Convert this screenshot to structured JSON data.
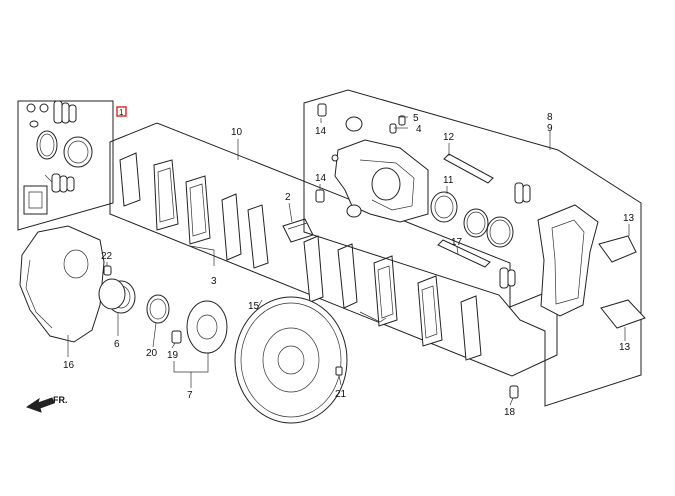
{
  "diagram": {
    "callouts": {
      "c1": "1",
      "c2": "2",
      "c3": "3",
      "c4": "4",
      "c5": "5",
      "c6": "6",
      "c7": "7",
      "c8": "8",
      "c9": "9",
      "c10": "10",
      "c11": "11",
      "c12": "12",
      "c13a": "13",
      "c13b": "13",
      "c14a": "14",
      "c14b": "14",
      "c15": "15",
      "c16": "16",
      "c17": "17",
      "c18": "18",
      "c19": "19",
      "c20": "20",
      "c21": "21",
      "c22": "22"
    },
    "front_arrow_label": "FR.",
    "accent_color": "#e0302a"
  }
}
